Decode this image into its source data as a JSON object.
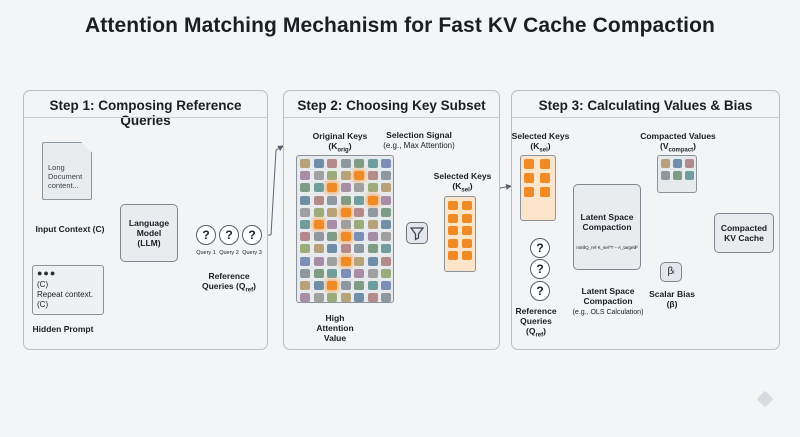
{
  "title": "Attention Matching Mechanism for Fast KV Cache Compaction",
  "step1": {
    "title": "Step 1: Composing Reference Queries",
    "doc_text": [
      "Long",
      "Document",
      "content..."
    ],
    "input_context_label": "Input Context (C)",
    "hidden_prompt_text": [
      "(C)",
      "Repeat context.",
      "(C)"
    ],
    "hidden_prompt_label": "Hidden Prompt",
    "llm_label": [
      "Language",
      "Model",
      "(LLM)"
    ],
    "queries": [
      "Query 1",
      "Query 2",
      "Query 3"
    ],
    "reference_queries_label": "Reference",
    "reference_queries_label2": "Queries (Q",
    "reference_queries_sub": "ref",
    "reference_queries_close": ")"
  },
  "step2": {
    "title": "Step 2: Choosing Key Subset",
    "original_keys_label": "Original Keys",
    "original_keys_sym": "(K",
    "original_keys_sub": "orig",
    "original_keys_close": ")",
    "selection_signal_label": "Selection Signal",
    "selection_signal_sub": "(e.g., Max Attention)",
    "selected_keys_label": "Selected Keys",
    "selected_keys_sym": "(K",
    "selected_keys_sub": "sel",
    "selected_keys_close": ")",
    "high_attention_label": [
      "High",
      "Attention",
      "Value"
    ]
  },
  "step3": {
    "title": "Step 3: Calculating Values & Bias",
    "selected_keys_label": "Selected Keys",
    "selected_keys_sym": "(K",
    "selected_keys_sub": "sel",
    "selected_keys_close": ")",
    "latent_box_label": [
      "Latent Space",
      "Compaction"
    ],
    "formula": "min‖Q_ref·K_sel^T − A_target‖²",
    "latent_caption": [
      "Latent Space",
      "Compaction"
    ],
    "latent_caption_sub": "(e.g., OLS Calculation)",
    "compacted_values_label": "Compacted Values",
    "compacted_values_sym": "(V",
    "compacted_values_sub": "compact",
    "compacted_values_close": ")",
    "scalar_bias_label": "Scalar Bias",
    "scalar_bias_sym": "(β)",
    "bias_symbol": "β",
    "bias_sub": "j",
    "compacted_kv_label": [
      "Compacted",
      "KV Cache"
    ],
    "reference_queries_label": "Reference",
    "reference_queries_label2": "Queries",
    "reference_queries_sym": "(Q",
    "reference_queries_sub": "ref",
    "reference_queries_close": ")"
  },
  "question_mark": "?",
  "colors": {
    "orange": "#f08a24",
    "orange_light": "#f6b067",
    "highlight_bg": "#fde5cc",
    "panel_border": "#b9bfc6",
    "key_palette": [
      "#6f8fa8",
      "#7e9c84",
      "#a78ea6",
      "#b8a27a",
      "#8f979f",
      "#7d8fb8",
      "#9cab7a",
      "#b48a8a",
      "#6f9e9c",
      "#a0a0a0"
    ]
  }
}
